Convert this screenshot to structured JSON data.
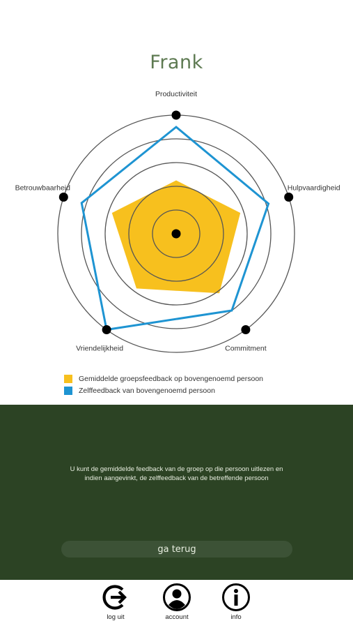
{
  "header": {
    "title": "Frank"
  },
  "chart_data": {
    "type": "radar",
    "categories": [
      "Productiviteit",
      "Hulpvaardigheid",
      "Commitment",
      "Vriendelijkheid",
      "Betrouwbaarheid"
    ],
    "rmax": 100,
    "series": [
      {
        "name": "Gemiddelde groepsfeedback op bovengenoemd persoon",
        "color": "#f7c01e",
        "values": [
          45,
          57,
          62,
          57,
          57
        ]
      },
      {
        "name": "Zelffeedback van bovengenoemd persoon",
        "color": "#1e94d2",
        "values": [
          90,
          82,
          80,
          100,
          84
        ]
      }
    ]
  },
  "legend": [
    {
      "label": "Gemiddelde groepsfeedback op bovengenoemd persoon",
      "color": "#f7c01e"
    },
    {
      "label": "Zelffeedback van bovengenoemd persoon",
      "color": "#1e94d2"
    }
  ],
  "info_panel": {
    "text": "U kunt de gemiddelde feedback van de groep op die persoon uitlezen en indien aangevinkt, de zelffeedback van de betreffende persoon",
    "back_label": "ga terug"
  },
  "nav": {
    "logout_label": "log uit",
    "account_label": "account",
    "info_label": "info"
  }
}
